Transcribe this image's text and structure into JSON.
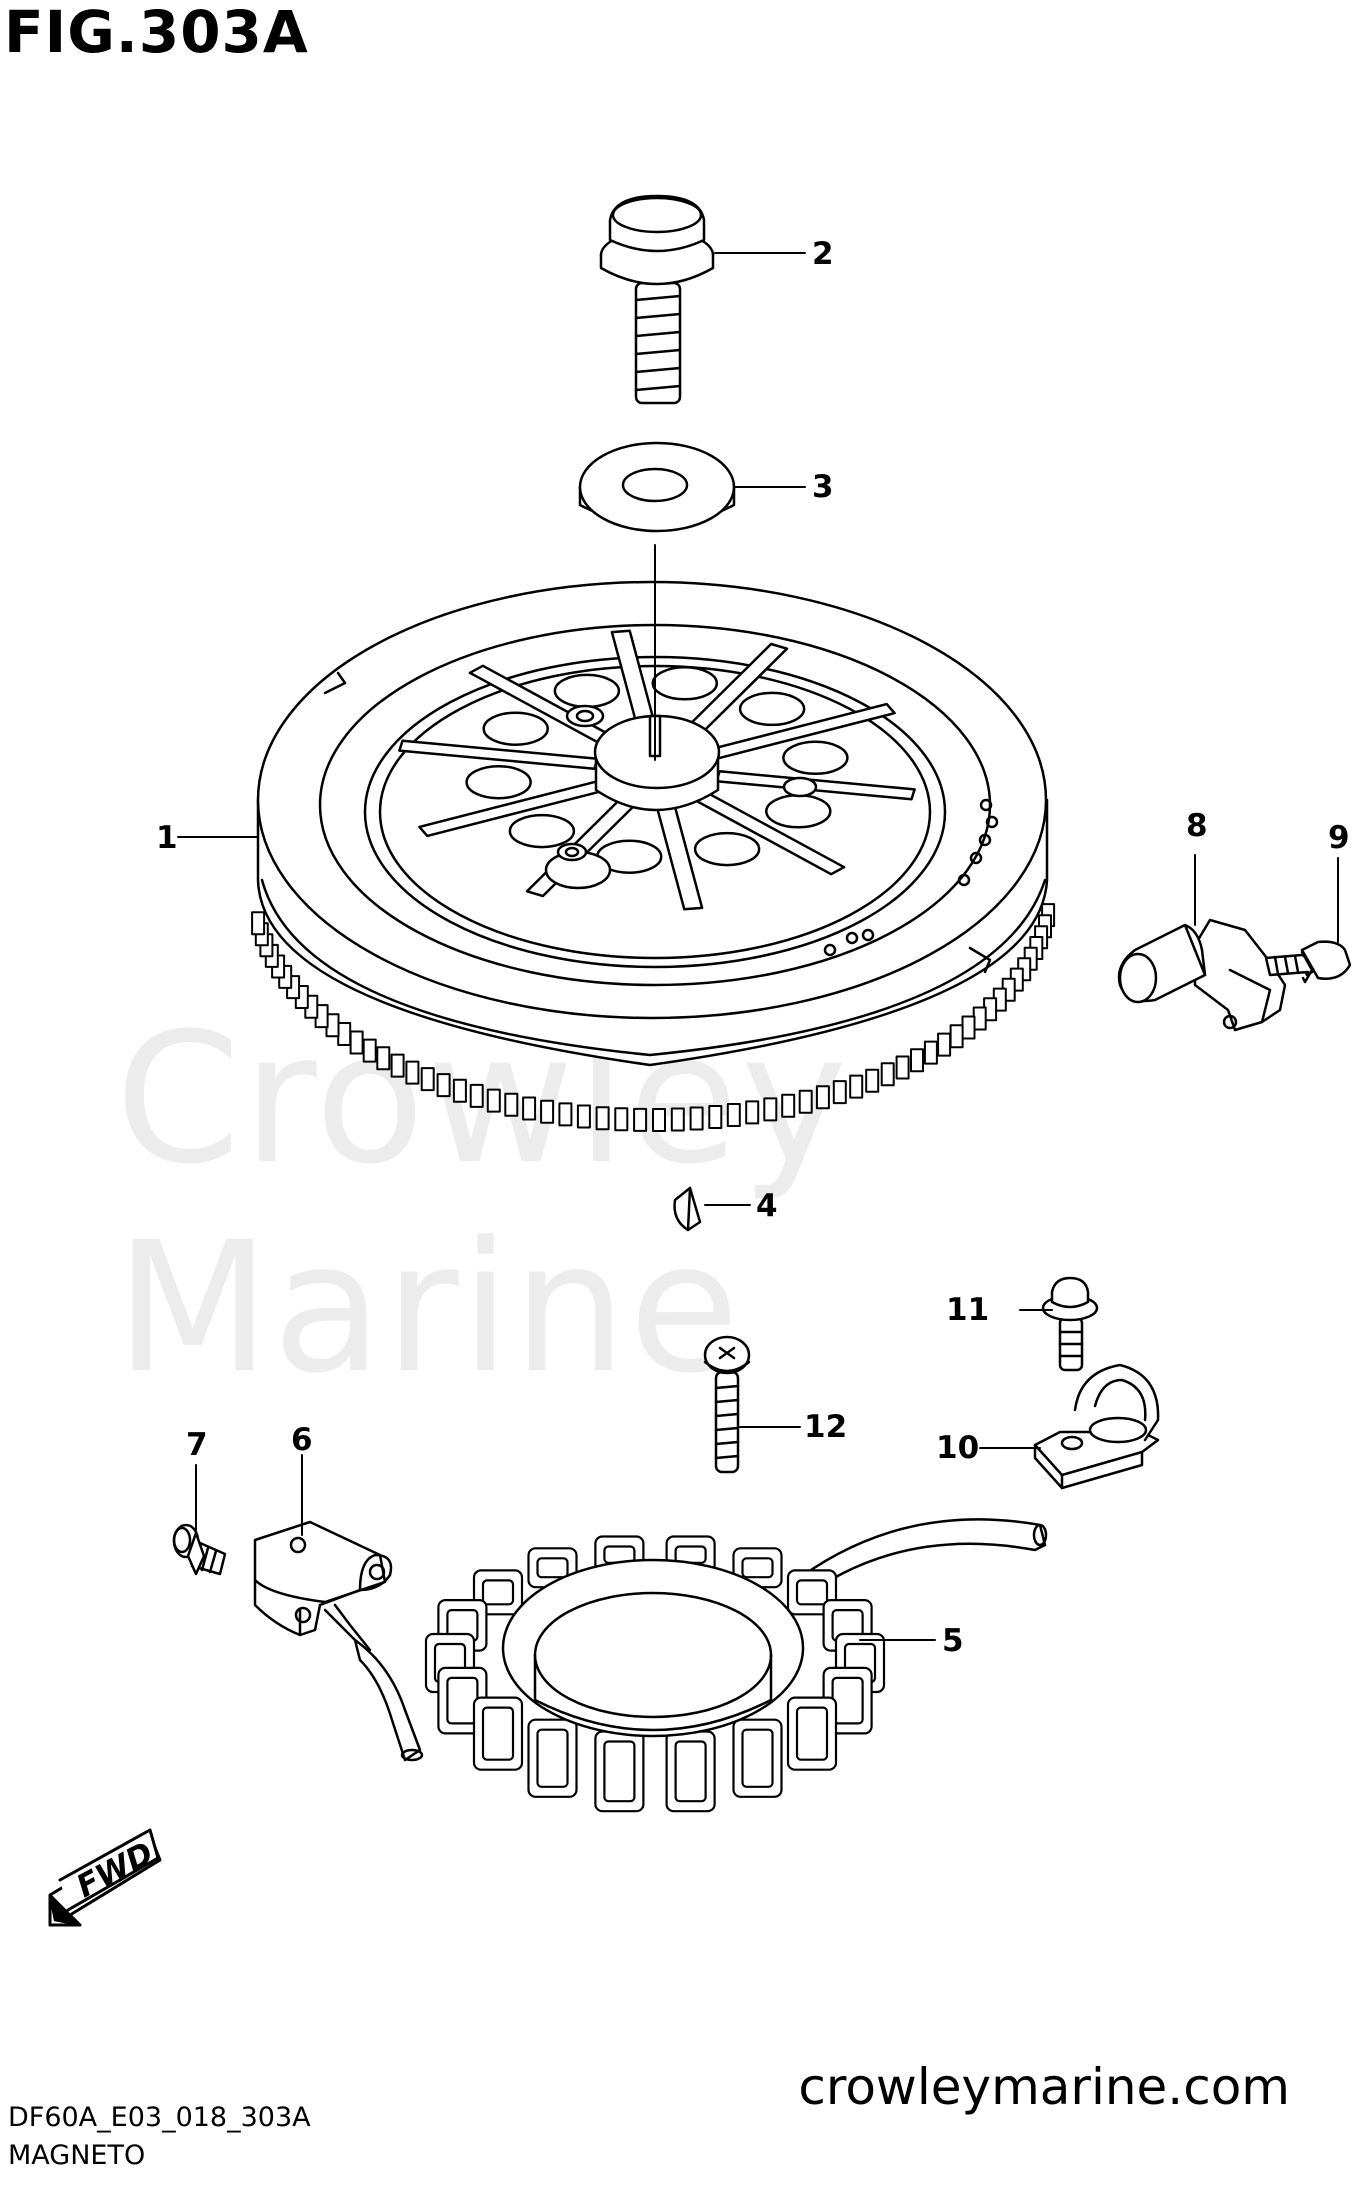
{
  "figure_title": "FIG.303A",
  "watermark": "Crowley Marine",
  "diagram_code": "DF60A_E03_018_303A",
  "section_name": "MAGNETO",
  "website": "crowleymarine.com",
  "fwd_label": "FWD",
  "callouts": [
    "1",
    "2",
    "3",
    "4",
    "5",
    "6",
    "7",
    "8",
    "9",
    "10",
    "11",
    "12"
  ]
}
